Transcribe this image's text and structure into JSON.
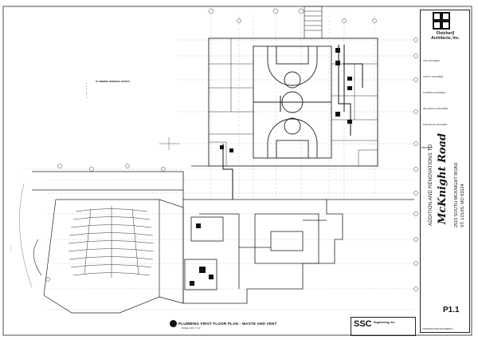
{
  "title_block": {
    "firm_name": "Fletcher|I\nArchitects, Inc.",
    "project_label": "PROJECT:",
    "project_name_1": "ADDITION AND RENOVATIONS TO",
    "project_name_2": "McKnight Road",
    "address_1": "2515 SOUTH MCKNIGHT ROAD",
    "address_2": "ST. LOUIS, MO 63124",
    "sheet_number": "P1.1",
    "sheet_label": "CONSTRUCTION DOCUMENTS",
    "consultants": [
      "CIVIL ENGINEER",
      "STRUCT. ENGINEER",
      "PLUMBING ENGINEER",
      "MECHANICAL ENGINEER",
      "ELECTRICAL ENGINEER"
    ]
  },
  "drawing": {
    "title": "PLUMBING FIRST FLOOR PLAN - WASTE AND VENT",
    "scale": "SCALE: 1/16\" = 1'-0\""
  },
  "notes": {
    "heading": "PLUMBING GENERAL NOTES",
    "items": [
      "1.",
      "2.",
      "3.",
      "4.",
      "5.",
      "6."
    ]
  },
  "engineer_stamp": {
    "logo": "SSC",
    "name": "Engineering, Inc."
  },
  "colors": {
    "line": "#222222",
    "paper": "#ffffff"
  }
}
